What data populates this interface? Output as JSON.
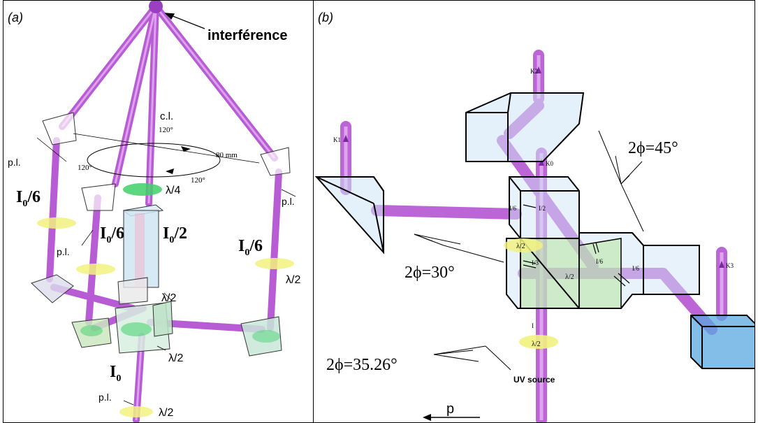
{
  "panel_a": {
    "label": "(a)",
    "interference": "interférence",
    "cl": "c.l.",
    "angle": "120°",
    "distance": "80 mm",
    "lambda4": "λ/4",
    "lambda2": "λ/2",
    "pl": "p.l.",
    "i0_6_base": "I",
    "i0_6_sub": "0",
    "i0_6_tail": "/6",
    "i0_2_tail": "/2",
    "i0_base": "I",
    "i0_sub": "0"
  },
  "panel_b": {
    "label": "(b)",
    "k0": "K0",
    "k1": "K1",
    "k2": "K2",
    "k3": "K3",
    "angle45": "2ϕ=45°",
    "angle30": "2ϕ=30°",
    "angle35": "2ϕ=35.26°",
    "uv": "UV source",
    "p": "p",
    "i6": "I/6",
    "i2": "I/2",
    "i3": "I/3",
    "i": "I",
    "lambda2": "λ/2"
  },
  "colors": {
    "beam": "#b04bd0",
    "beam_light": "#e0a8f0",
    "glass": "#cfe6f5",
    "glass_blue": "#5aa8e0",
    "ring_yellow": "#f2f280",
    "ring_green": "#3fd06a",
    "green_face": "#b8e6a0"
  }
}
